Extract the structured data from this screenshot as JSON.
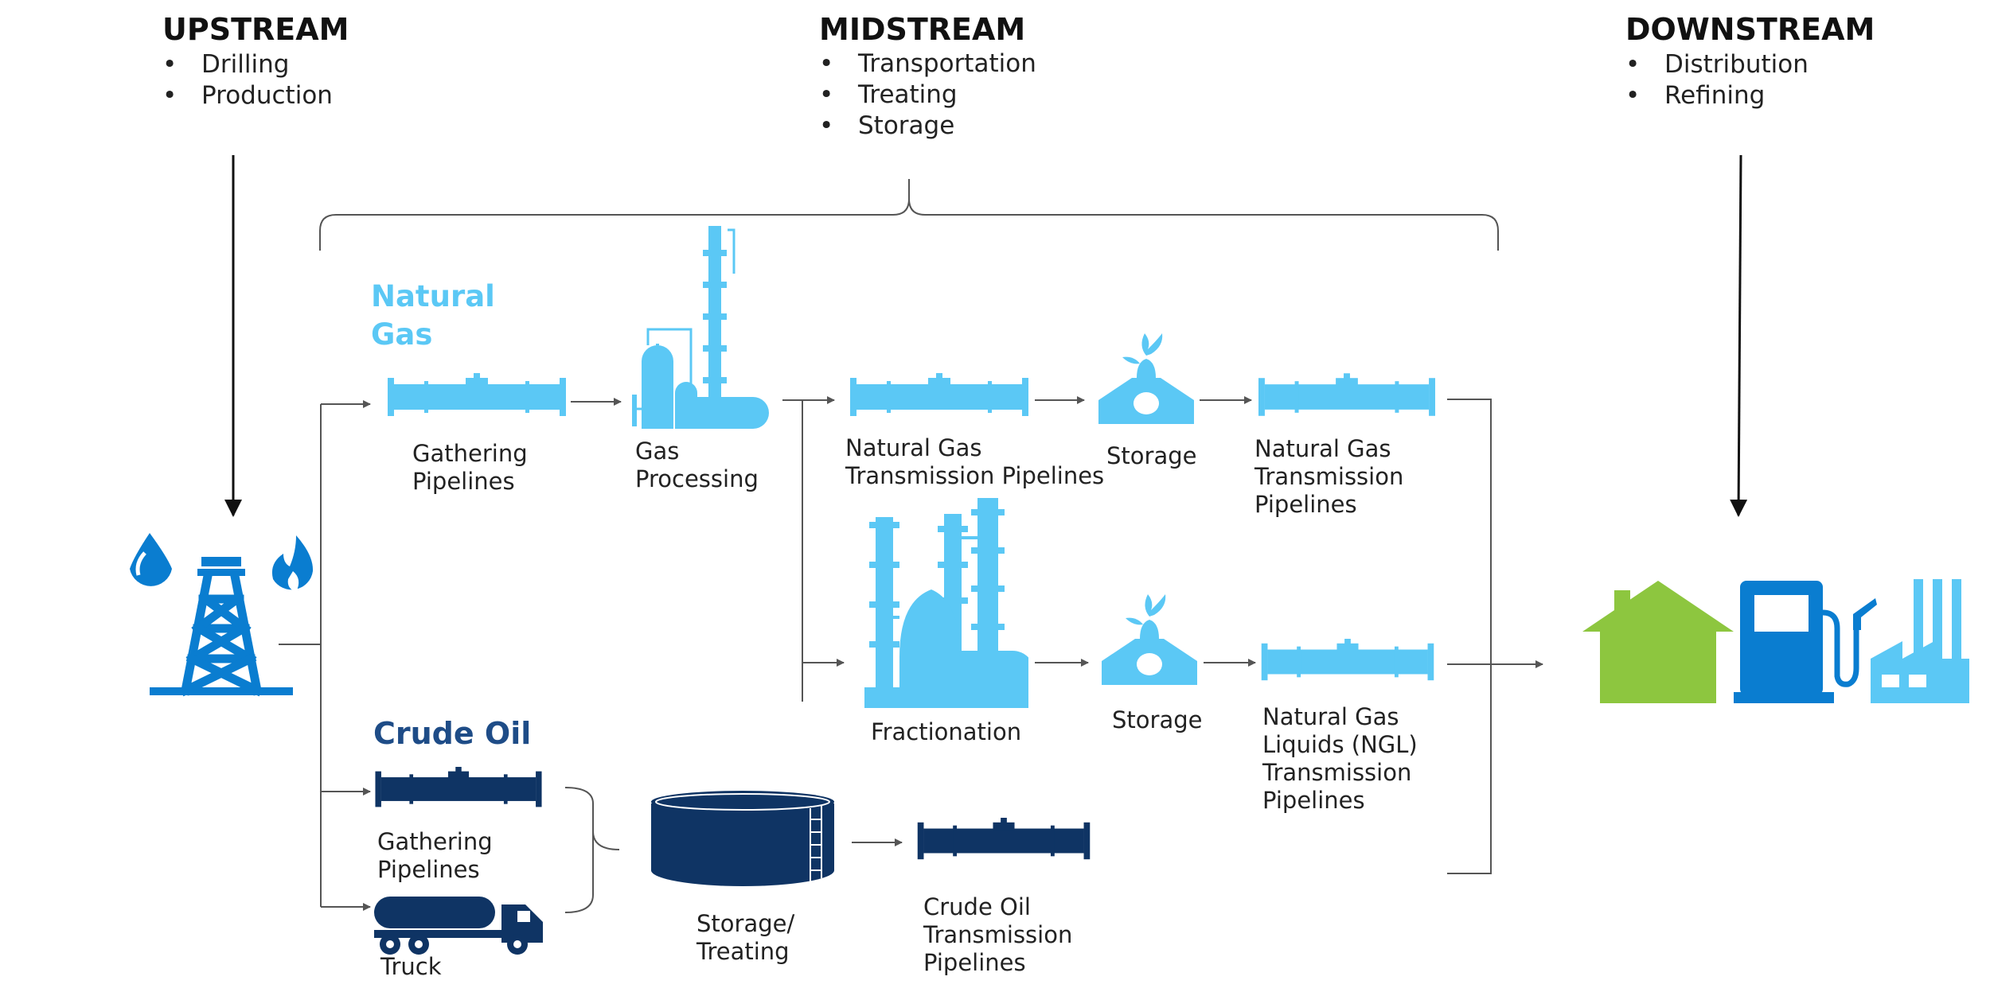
{
  "colors": {
    "light_blue": "#5BC8F5",
    "mid_blue": "#0A7DD0",
    "navy": "#0F3464",
    "green": "#8DC63F",
    "line": "#555555"
  },
  "stages": {
    "upstream": {
      "title": "UPSTREAM",
      "items": [
        "Drilling",
        "Production"
      ]
    },
    "midstream": {
      "title": "MIDSTREAM",
      "items": [
        "Transportation",
        "Treating",
        "Storage"
      ]
    },
    "downstream": {
      "title": "DOWNSTREAM",
      "items": [
        "Distribution",
        "Refining"
      ]
    }
  },
  "bullet": "•",
  "natural_gas": {
    "heading": "Natural\nGas",
    "gathering": "Gathering\nPipelines",
    "processing": "Gas\nProcessing",
    "transmission_1": "Natural Gas\nTransmission Pipelines",
    "storage_1": "Storage",
    "transmission_2": "Natural Gas\nTransmission\nPipelines",
    "fractionation": "Fractionation",
    "storage_2": "Storage",
    "ngl_transmission": "Natural Gas\nLiquids (NGL)\nTransmission\nPipelines"
  },
  "crude_oil": {
    "heading": "Crude Oil",
    "gathering": "Gathering\nPipelines",
    "truck": "Truck",
    "storage_treating": "Storage/\nTreating",
    "transmission": "Crude Oil\nTransmission\nPipelines"
  },
  "icons": {
    "well": "oil-gas-well-icon",
    "pipeline": "pipeline-icon",
    "gas_processing": "gas-processing-plant-icon",
    "storage": "storage-facility-icon",
    "fractionation": "fractionation-plant-icon",
    "tank": "storage-tank-icon",
    "truck": "tanker-truck-icon",
    "house": "house-icon",
    "fuel_pump": "fuel-pump-icon",
    "factory": "factory-icon"
  }
}
